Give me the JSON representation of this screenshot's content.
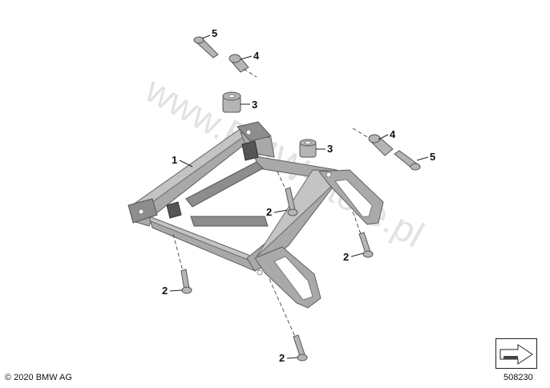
{
  "watermark": "www.BMW-store.pl",
  "callouts": [
    {
      "id": "callout-5-top",
      "label": "5"
    },
    {
      "id": "callout-4-top",
      "label": "4"
    },
    {
      "id": "callout-3-top",
      "label": "3"
    },
    {
      "id": "callout-1",
      "label": "1"
    },
    {
      "id": "callout-4-right",
      "label": "4"
    },
    {
      "id": "callout-5-right",
      "label": "5"
    },
    {
      "id": "callout-3-mid",
      "label": "3"
    },
    {
      "id": "callout-2-center",
      "label": "2"
    },
    {
      "id": "callout-2-right",
      "label": "2"
    },
    {
      "id": "callout-2-left",
      "label": "2"
    },
    {
      "id": "callout-2-bottom",
      "label": "2"
    }
  ],
  "footer": {
    "copyright": "© 2020 BMW AG",
    "diagram_number": "508230"
  },
  "icons": {
    "nav": "next-page-arrow-icon"
  },
  "colors": {
    "part_fill": "#a9a9a9",
    "part_stroke": "#5e5e5e",
    "text": "#111111"
  }
}
